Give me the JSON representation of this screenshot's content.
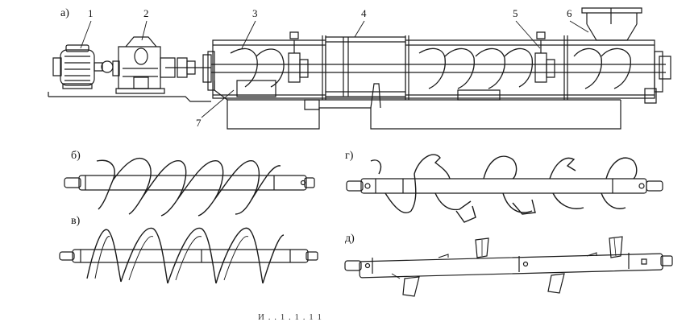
{
  "figure": {
    "panel_labels": {
      "a": "а)",
      "b": "б)",
      "v": "в)",
      "g": "г)",
      "d": "д)"
    },
    "part_numbers": {
      "n1": "1",
      "n2": "2",
      "n3": "3",
      "n4": "4",
      "n5": "5",
      "n6": "6",
      "n7": "7"
    },
    "caption_fragment": "И . . 1 . 1 . 1 1"
  }
}
